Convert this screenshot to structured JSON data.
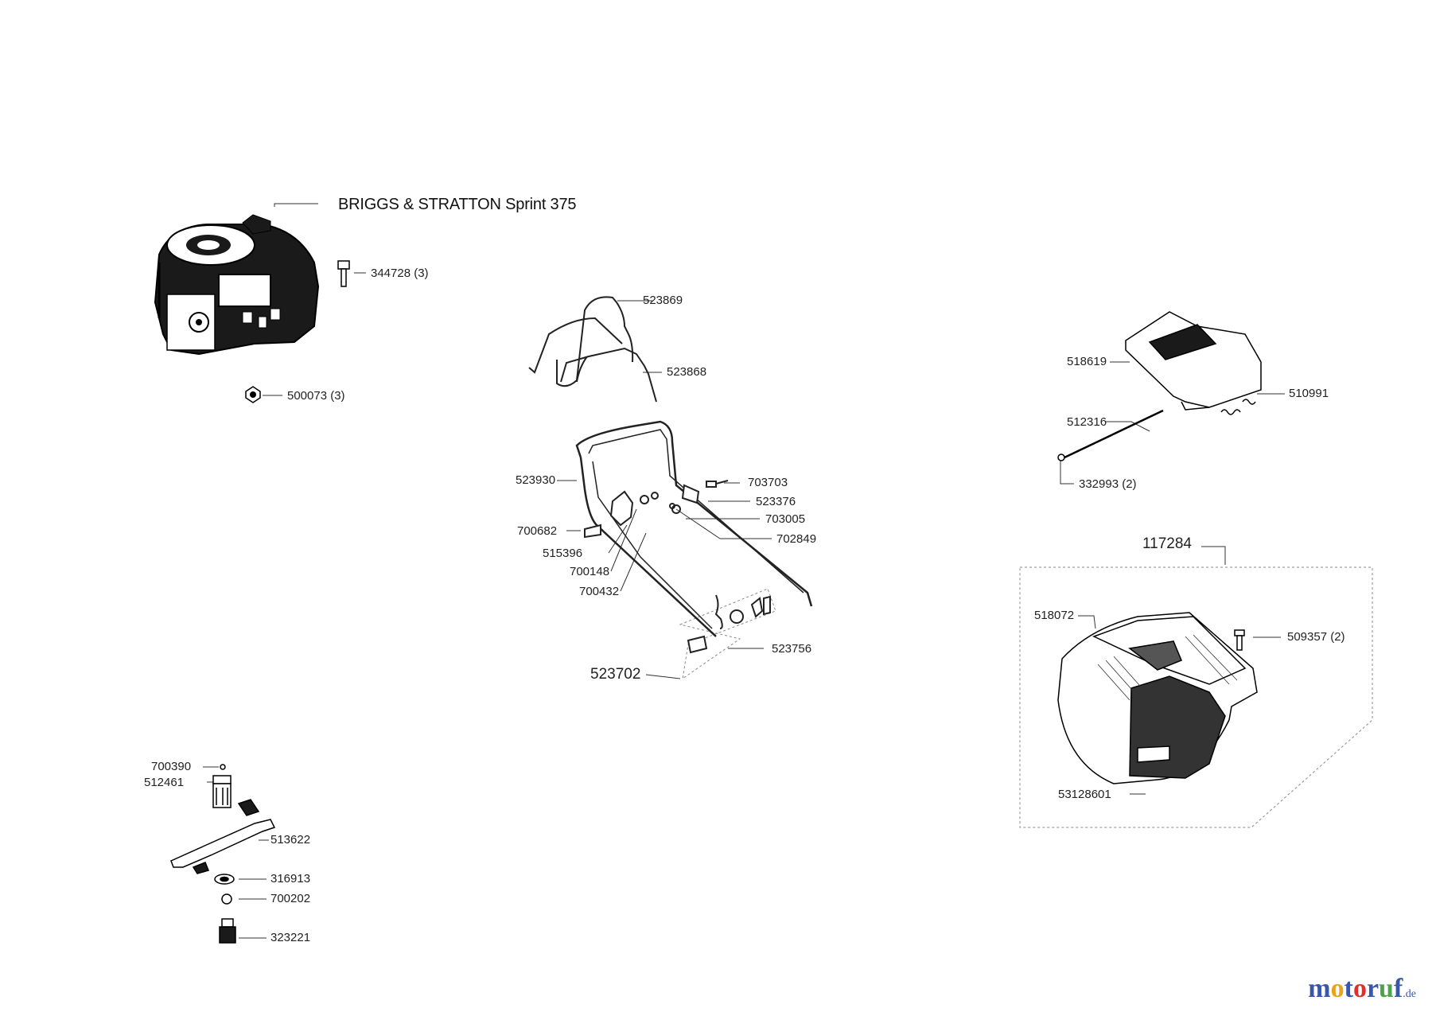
{
  "engine_title": "BRIGGS & STRATTON Sprint 375",
  "labels": {
    "p344728": "344728 (3)",
    "p500073": "500073 (3)",
    "p523869": "523869",
    "p523868": "523868",
    "p523930": "523930",
    "p703703": "703703",
    "p523376": "523376",
    "p703005": "703005",
    "p700682": "700682",
    "p702849": "702849",
    "p515396": "515396",
    "p700148": "700148",
    "p700432": "700432",
    "p523756": "523756",
    "p523702": "523702",
    "p518619": "518619",
    "p510991": "510991",
    "p512316": "512316",
    "p332993": "332993 (2)",
    "p117284": "117284",
    "p518072": "518072",
    "p509357": "509357 (2)",
    "p53128601": "53128601",
    "p700390": "700390",
    "p512461": "512461",
    "p513622": "513622",
    "p316913": "316913",
    "p700202": "700202",
    "p323221": "323221"
  },
  "logo": {
    "letters": [
      "m",
      "o",
      "t",
      "o",
      "r",
      "u",
      "f"
    ],
    "suffix": ".de",
    "colors": [
      "#3a56a8",
      "#e8a21c",
      "#3a56a8",
      "#d9312b",
      "#3a56a8",
      "#4aa548",
      "#3a56a8"
    ]
  }
}
